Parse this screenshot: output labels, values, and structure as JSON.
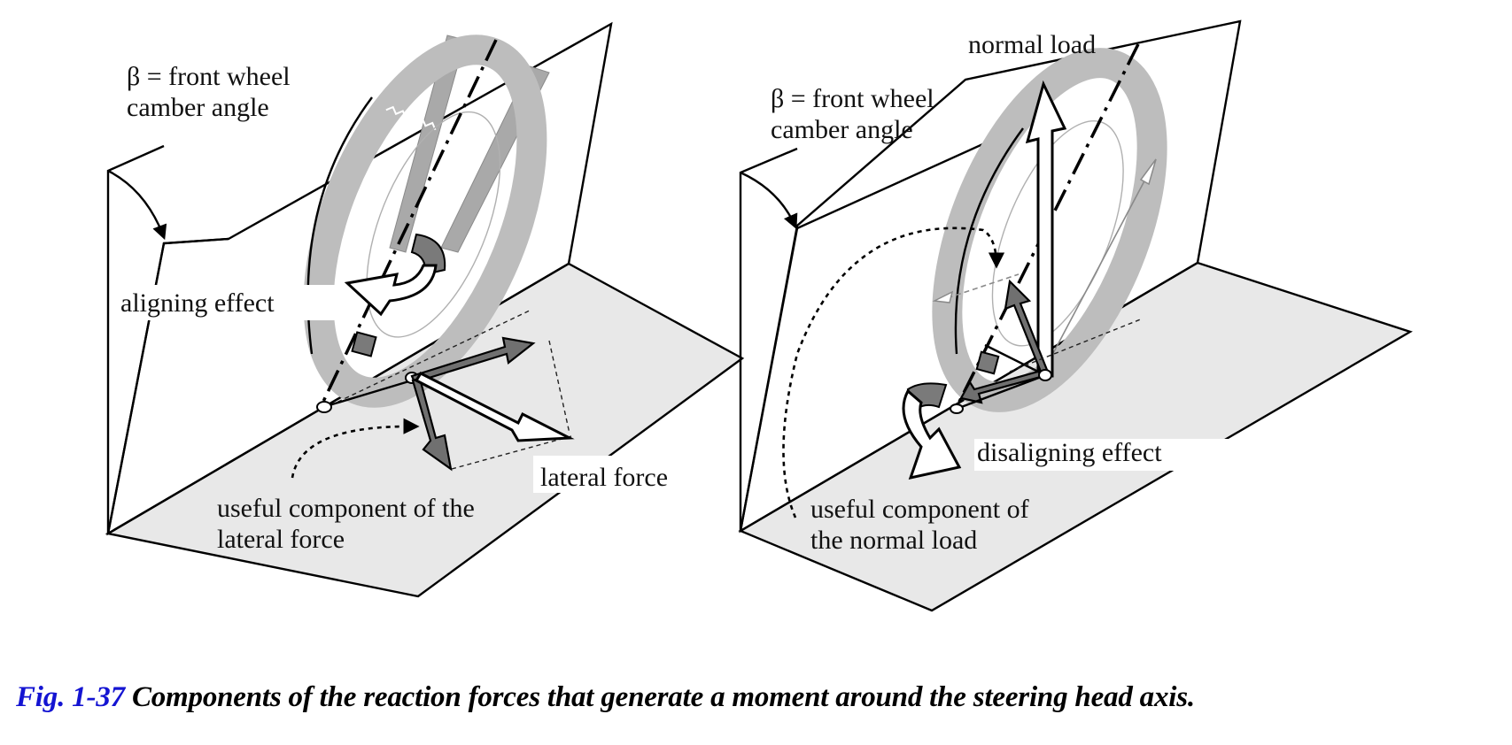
{
  "figure": {
    "number": "Fig. 1-37",
    "caption": "Components of the reaction forces that generate a moment around the steering head axis.",
    "colors": {
      "figure_number": "#1414d2",
      "caption_text": "#000000",
      "ground_plane": "#e8e8e8",
      "tire": "#bdbdbd",
      "dark_arrow": "#707070"
    }
  },
  "panels": [
    {
      "id": "left",
      "title": "aligning (lateral force)",
      "labels": {
        "camber_line1": "β = front wheel",
        "camber_line2": "camber angle",
        "effect": "aligning effect",
        "force": "lateral force",
        "component_line1": "useful component of the",
        "component_line2": "lateral force"
      }
    },
    {
      "id": "right",
      "title": "disaligning (normal load)",
      "labels": {
        "force": "normal load",
        "camber_line1": "β = front wheel",
        "camber_line2": "camber angle",
        "effect": "disaligning effect",
        "component_line1": "useful component of",
        "component_line2": "the normal load"
      }
    }
  ]
}
